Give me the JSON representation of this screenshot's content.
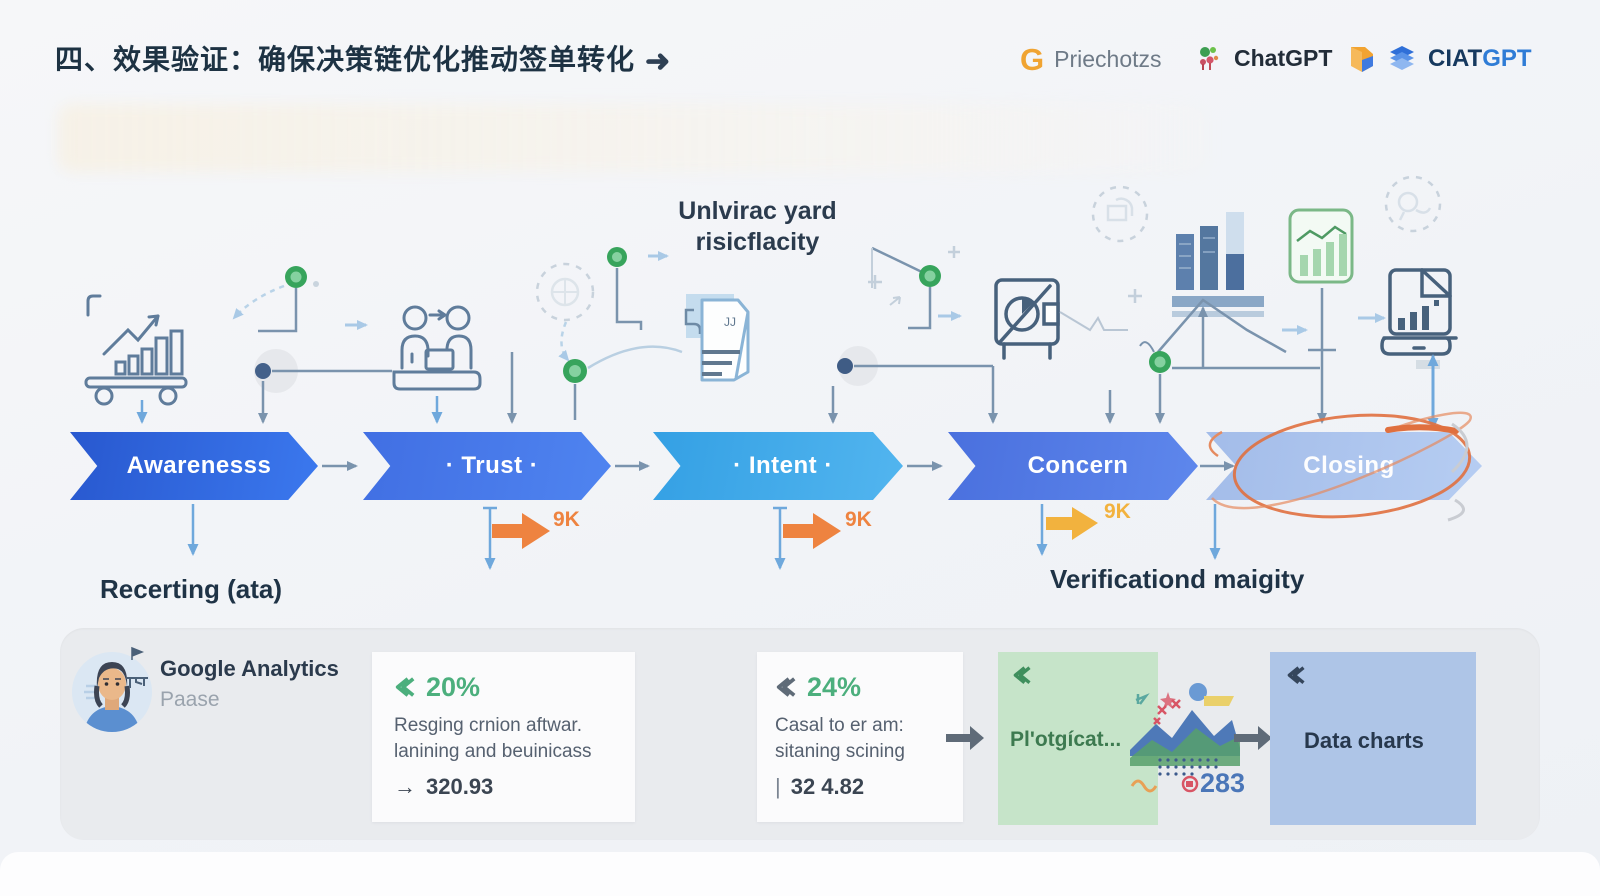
{
  "header": {
    "title": "四、效果验证：确保决策链优化推动签单转化",
    "title_arrow_icon": "➜",
    "logos": {
      "google": {
        "letter": "G",
        "name": "Priechotzs"
      },
      "chatgpt": {
        "name": "ChatGPT"
      },
      "ciatgpt": {
        "name_dark": "CIAT",
        "name_blue": "GPT"
      }
    }
  },
  "diagram": {
    "top_note_line1": "Unlvirac yard",
    "top_note_line2": "risicflacity",
    "stages": [
      {
        "label": "Awarenesss",
        "color": "#2e66e0"
      },
      {
        "label": "· Trust ·",
        "color": "#4a7ae8"
      },
      {
        "label": "· Intent ·",
        "color": "#3ea6e6"
      },
      {
        "label": "Concern",
        "color": "#5478e2"
      },
      {
        "label": "Closing",
        "color": "#a9c2ec",
        "annotation": "orange-scribble-circle"
      }
    ],
    "metrics": [
      {
        "value": "9K",
        "color": "#ee8340"
      },
      {
        "value": "9K",
        "color": "#ee8340"
      },
      {
        "value": "9K",
        "color": "#f2b23e"
      }
    ],
    "bottom_left_label": "Recerting (ata)",
    "bottom_right_label": "Verificationd maigity"
  },
  "panel": {
    "source": {
      "title": "Google Analytics",
      "subtitle": "Paase"
    },
    "cards": [
      {
        "percent": "20%",
        "line1": "Resging crnion aftwar.",
        "line2": "lanining and beuinicass",
        "value_prefix": "→",
        "value": "320.93"
      },
      {
        "percent": "24%",
        "line1": "Casal to er am:",
        "line2": "sitaning scining",
        "value_prefix": "|",
        "value": "32 4.82"
      },
      {
        "label": "Pl'otgícat..."
      },
      {
        "label": "Data charts"
      }
    ],
    "chart_number": "283"
  }
}
